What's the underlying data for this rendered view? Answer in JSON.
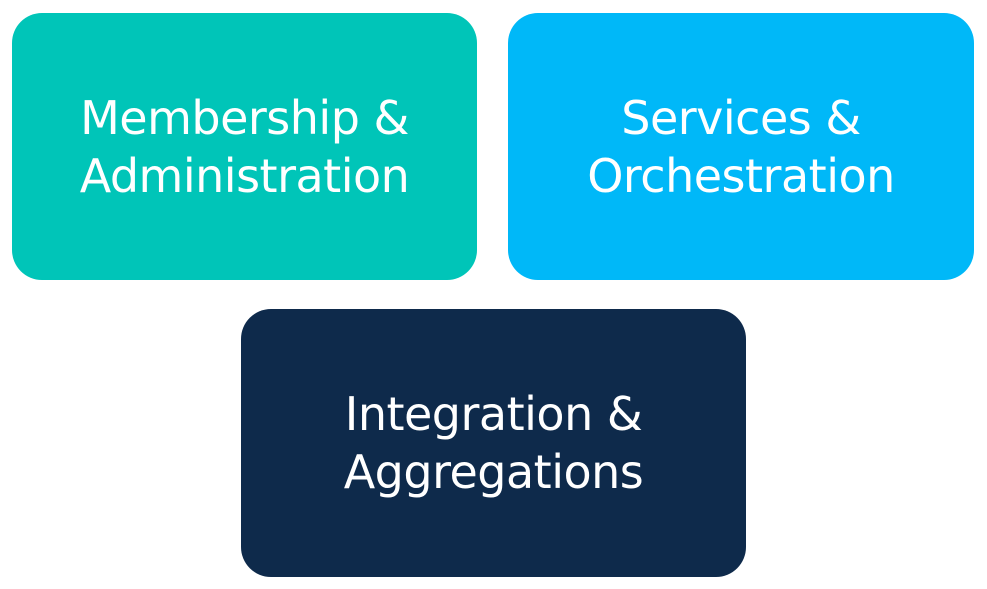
{
  "cards": [
    {
      "lines": [
        "Membership &",
        "Administration"
      ],
      "color": "#00C5B8"
    },
    {
      "lines": [
        "Services &",
        "Orchestration"
      ],
      "color": "#00B8F8"
    },
    {
      "lines": [
        "Integration &",
        "Aggregations"
      ],
      "color": "#0E2A4B"
    }
  ]
}
